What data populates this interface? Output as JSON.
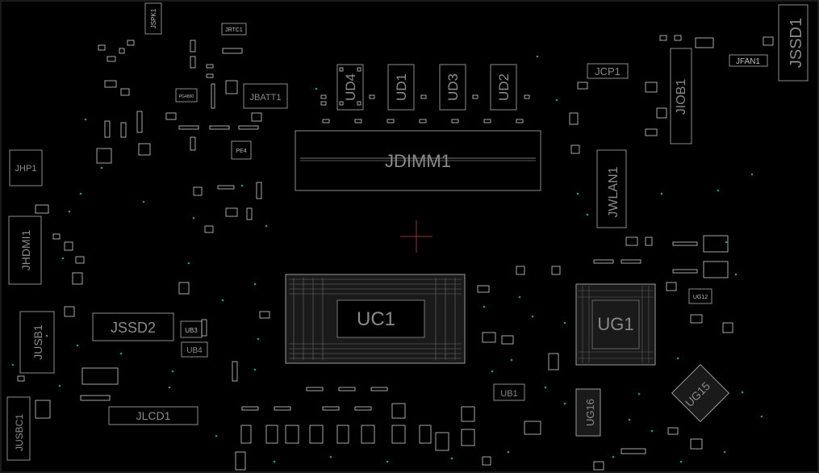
{
  "board": {
    "background": "#000000",
    "outline_color": "#8c8c8c",
    "via_color": "#2f8f86",
    "cursor_color": "#8a3a3a"
  },
  "components": {
    "jssd1": "JSSD1",
    "jfan1": "JFAN1",
    "jspk1": "JSPK1",
    "jrtc1": "JRTC1",
    "jbatt1": "JBATT1",
    "jcp1": "JCP1",
    "jiob1": "JIOB1",
    "ud4": "UD4",
    "ud1": "UD1",
    "ud3": "UD3",
    "ud2": "UD2",
    "jdimm1": "JDIMM1",
    "jwlan1": "JWLAN1",
    "jhp1": "JHP1",
    "jhdmi1": "JHDMI1",
    "uc1": "UC1",
    "ug1": "UG1",
    "ug12": "UG12",
    "ug15": "UG15",
    "ug16": "UG16",
    "jusb1": "JUSB1",
    "jssd2": "JSSD2",
    "ub3": "UB3",
    "ub4": "UB4",
    "ub1": "UB1",
    "jlcd1": "JLCD1",
    "jusbc1": "JUSBC1",
    "pe4": "PE4",
    "pg4800": "PG4800"
  }
}
